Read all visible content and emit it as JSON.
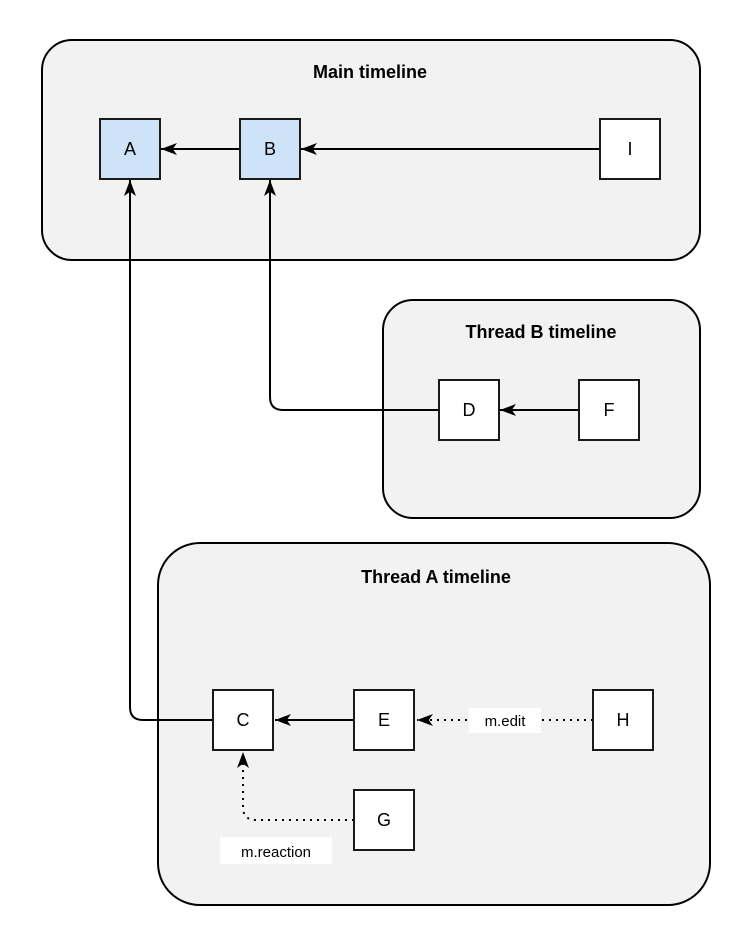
{
  "diagram": {
    "containers": [
      {
        "id": "main",
        "title": "Main timeline"
      },
      {
        "id": "thread-b",
        "title": "Thread B timeline"
      },
      {
        "id": "thread-a",
        "title": "Thread A timeline"
      }
    ],
    "nodes": [
      {
        "id": "A",
        "label": "A",
        "highlighted": true,
        "container": "main"
      },
      {
        "id": "B",
        "label": "B",
        "highlighted": true,
        "container": "main"
      },
      {
        "id": "I",
        "label": "I",
        "highlighted": false,
        "container": "main"
      },
      {
        "id": "D",
        "label": "D",
        "highlighted": false,
        "container": "thread-b"
      },
      {
        "id": "F",
        "label": "F",
        "highlighted": false,
        "container": "thread-b"
      },
      {
        "id": "C",
        "label": "C",
        "highlighted": false,
        "container": "thread-a"
      },
      {
        "id": "E",
        "label": "E",
        "highlighted": false,
        "container": "thread-a"
      },
      {
        "id": "H",
        "label": "H",
        "highlighted": false,
        "container": "thread-a"
      },
      {
        "id": "G",
        "label": "G",
        "highlighted": false,
        "container": "thread-a"
      }
    ],
    "edges": [
      {
        "from": "B",
        "to": "A",
        "style": "solid"
      },
      {
        "from": "I",
        "to": "B",
        "style": "solid"
      },
      {
        "from": "F",
        "to": "D",
        "style": "solid"
      },
      {
        "from": "D",
        "to": "B",
        "style": "solid"
      },
      {
        "from": "E",
        "to": "C",
        "style": "solid"
      },
      {
        "from": "H",
        "to": "E",
        "style": "dotted",
        "label": "m.edit"
      },
      {
        "from": "G",
        "to": "C",
        "style": "dotted",
        "label": "m.reaction"
      },
      {
        "from": "C",
        "to": "A",
        "style": "solid"
      }
    ],
    "colors": {
      "container_fill": "#f2f2f2",
      "container_stroke": "#000000",
      "node_fill": "#ffffff",
      "node_highlight_fill": "#cfe3f8",
      "node_stroke": "#1a1a1a",
      "edge_color": "#000000",
      "label_background": "#ffffff"
    }
  }
}
